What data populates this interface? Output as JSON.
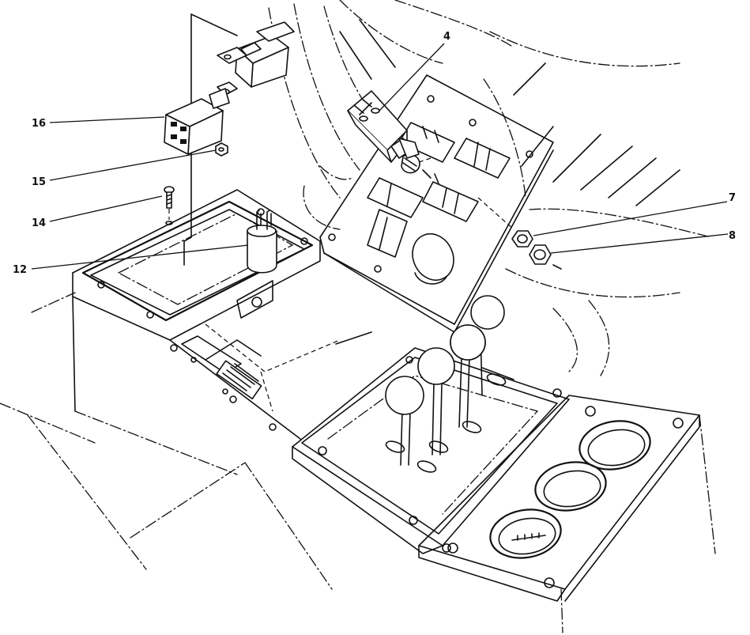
{
  "diagram": {
    "callouts": [
      {
        "id": "c4",
        "label": "4"
      },
      {
        "id": "c7",
        "label": "7"
      },
      {
        "id": "c8",
        "label": "8"
      },
      {
        "id": "c12",
        "label": "12"
      },
      {
        "id": "c14",
        "label": "14"
      },
      {
        "id": "c15",
        "label": "15"
      },
      {
        "id": "c16",
        "label": "16"
      }
    ]
  }
}
